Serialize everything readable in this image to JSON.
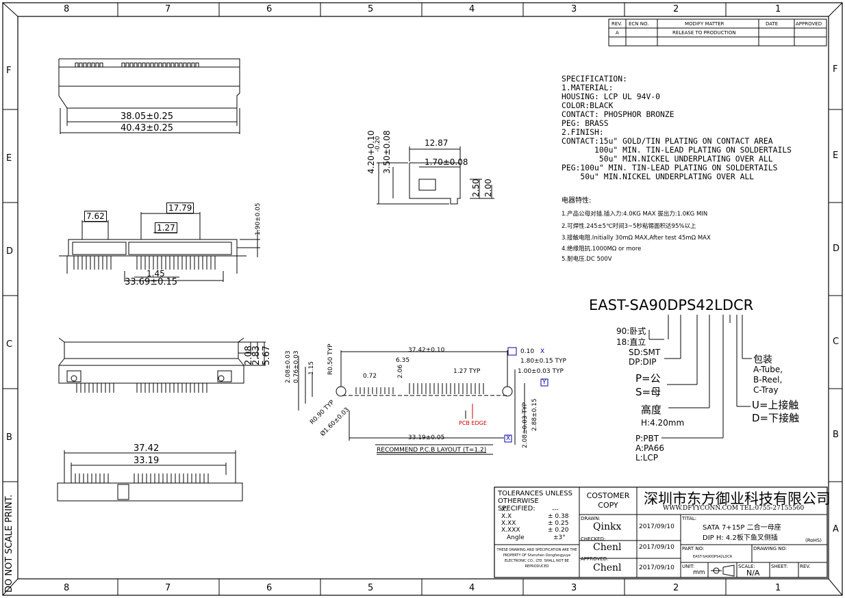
{
  "zones": {
    "columns": [
      "8",
      "7",
      "6",
      "5",
      "4",
      "3",
      "2",
      "1"
    ],
    "rows": [
      "F",
      "E",
      "D",
      "C",
      "B",
      "A"
    ]
  },
  "revision_block": {
    "headers": [
      "REV.",
      "ECN NO.",
      "MODIFY MATTER",
      "DATE",
      "APPROVED"
    ],
    "rows": [
      [
        "A",
        "",
        "RELEASE TO PRODUCTION",
        "",
        ""
      ]
    ]
  },
  "specification": [
    "SPECIFICATION:",
    "1.MATERIAL:",
    "HOUSING: LCP UL 94V-0",
    "COLOR:BLACK",
    "CONTACT: PHOSPHOR BRONZE",
    "PEG: BRASS",
    "2.FINISH:",
    "CONTACT:15u\" GOLD/TIN PLATING ON CONTACT AREA",
    "       100u\" MIN. TIN-LEAD PLATING ON SOLDERTAILS",
    "        50u\" MIN.NICKEL UNDERPLATING OVER ALL",
    "PEG:100u\" MIN. TIN-LEAD PLATING ON SOLDERTAILS",
    "    50u\" MIN.NICKEL UNDERPLATING OVER ALL"
  ],
  "electrical": {
    "heading": "电器特性:",
    "items": [
      "1.产品公母对插.插入力:4.0KG MAX 拔出力:1.0KG MIN",
      "2.可焊性.245±5℃时间3~5秒粘锡面积达95%以上",
      "3.接触电阻.Initially 30mΩ MAX,After test 45mΩ MAX",
      "4.绝缘阻抗.1000MΩ or more",
      "5.耐电压.DC 500V"
    ]
  },
  "part_code": {
    "code": "EAST-SA90DPS42LDCR",
    "legend_left": [
      "90:卧式",
      "18:直立",
      "SD:SMT",
      "DP:DIP",
      "P=公",
      "S=母",
      "高度",
      "H:4.20mm",
      "P:PBT",
      "A:PA66",
      "L:LCP"
    ],
    "legend_right": [
      "包装",
      "A-Tube,",
      "B-Reel,",
      "C-Tray",
      "U=上接触",
      "D=下接触"
    ]
  },
  "dimensions": {
    "top_view": [
      "38.05±0.25",
      "40.43±0.25"
    ],
    "side_view": [
      "12.87",
      "1.70±0.08",
      "4.20+0.10",
      "-0.20",
      "3.50±0.08",
      "2.50",
      "2.00"
    ],
    "front_view": [
      "7.62",
      "17.79",
      "1.27",
      "1.90±0.05",
      "1.45",
      "33.69±0.15"
    ],
    "rear_view": [
      "2.08",
      "2.83",
      "5.67"
    ],
    "bottom_view": [
      "37.42",
      "33.19"
    ],
    "pcb_layout": [
      "37.42±0.10",
      "0.10",
      "X",
      "1.80±0.15 TYP",
      "1.00±0.03 TYP",
      "Y",
      "6.35",
      "2.06",
      "0.72",
      "1.27 TYP",
      "R0.50 TYP",
      "2.08±0.03",
      "0.76±0.03",
      "1.15",
      "R0.90 TYP",
      "Ø1.60±0.03",
      "PCB EDGE",
      "33.19±0.05",
      "X",
      "2.08±0.03 TYP",
      "2.88±0.15"
    ],
    "pcb_title": "RECOMMEND P.C.B LAYOUT (T=1.2)"
  },
  "title_block": {
    "tolerances_title": "TOLERANCES UNLESS OTHERWISE SPECIFIED:",
    "tolerances": [
      [
        "X.",
        "---"
      ],
      [
        "X.X",
        "± 0.38"
      ],
      [
        "X.XX",
        "± 0.25"
      ],
      [
        "X.XXX",
        "± 0.20"
      ],
      [
        "Angle",
        "±3°"
      ]
    ],
    "property_notice": "THESE DRAWING AND SPECIFICATION ARE THE PROPERTY OF Shenzhen Dongfangyuye ELECTRONIC CO., LTD. SHALL NOT BE REPRODUCED",
    "customer": "COSTOMER COPY",
    "drawn_label": "DRAWN:",
    "drawn_by": "Qinkx",
    "drawn_date": "2017/09/10",
    "checked_label": "CHECKED:",
    "checked_by": "Chenl",
    "checked_date": "2017/09/10",
    "approved_label": "APPROVED:",
    "approved_by": "Chenl",
    "approved_date": "2017/09/10",
    "company": "深圳市东方御业科技有限公司",
    "contact": "WWW.DFYYCONN.COM  TEL:0755-27155560",
    "title_label": "TITAL:",
    "title_line1": "SATA 7+15P 二合一母座",
    "title_line2": "DIP H: 4.2板下鱼叉侧插",
    "rohs": "(RoHS)",
    "part_no_label": "PART NO:",
    "part_no": "EAST-SA90DPS42LDCR",
    "drawing_no_label": "DRAWING NO:",
    "unit_label": "UNIT:",
    "unit": "mm",
    "scale_label": "SCALE:",
    "scale": "N/A",
    "sheet_label": "SHEET:",
    "rev_label": "REV."
  },
  "margin_note": "DO NOT SCALE PRINT."
}
